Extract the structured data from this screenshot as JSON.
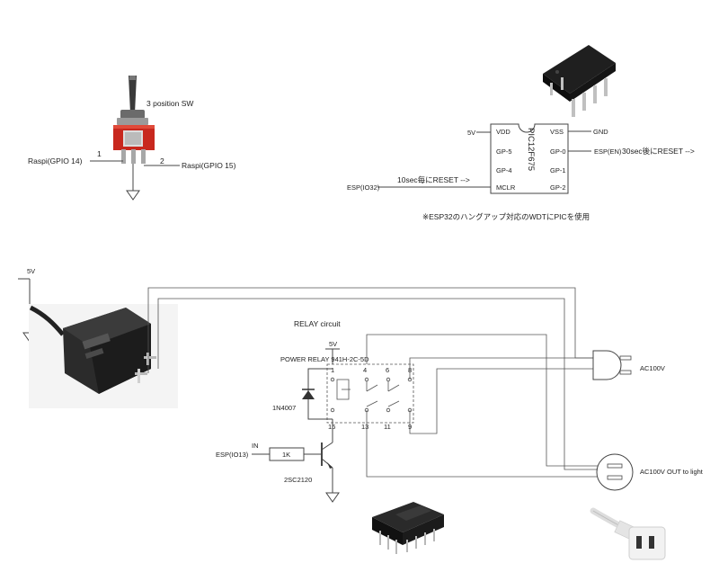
{
  "switch": {
    "title": "3 position SW",
    "pin1": "1",
    "pin2": "2",
    "left_label": "Raspi(GPIO 14)",
    "right_label": "Raspi(GPIO 15)"
  },
  "pic": {
    "part_name": "PIC12F675",
    "pins_left": [
      "VDD",
      "GP-5",
      "GP-4",
      "MCLR"
    ],
    "pins_right": [
      "VSS",
      "GP-0",
      "GP-1",
      "GP-2"
    ],
    "vdd_net": "5V",
    "vss_net": "GND",
    "gp0_net": "ESP(EN)",
    "mclr_net": "ESP(IO32)",
    "mclr_note": "10sec毎にRESET -->",
    "gp0_note": "30sec後にRESET -->",
    "footnote": "※ESP32のハングアップ対応のWDTにPICを使用"
  },
  "adapter": {
    "net": "5V"
  },
  "relay": {
    "section_title": "RELAY circuit",
    "supply": "5V",
    "part_name": "POWER RELAY 941H-2C-5D",
    "pins_top": [
      "1",
      "4",
      "6",
      "8"
    ],
    "pins_bottom": [
      "16",
      "13",
      "11",
      "9"
    ],
    "diode": "1N4007",
    "transistor": "2SC2120",
    "resistor": "1K",
    "input_label": "IN",
    "input_net": "ESP(IO13)"
  },
  "ac": {
    "plug_label": "AC100V",
    "outlet_label": "AC100V OUT to light"
  }
}
